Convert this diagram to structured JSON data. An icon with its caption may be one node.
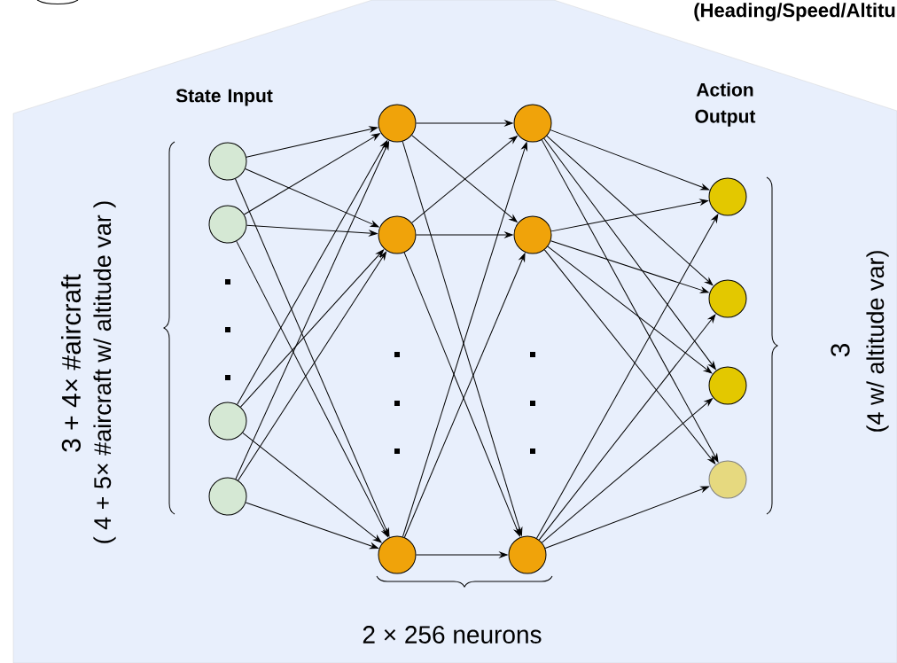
{
  "diagram": {
    "nodes": [
      {
        "text": [],
        "shape": "circle"
      },
      {
        "text": [],
        "shape": "circle"
      },
      {
        "text": [],
        "shape": "circle"
      },
      {
        "text": [],
        "shape": "circle"
      },
      {
        "text": [],
        "shape": "circle"
      },
      {
        "text": [],
        "shape": "circle"
      },
      {
        "text": [],
        "shape": "circle"
      },
      {
        "text": [],
        "shape": "circle"
      },
      {
        "text": [],
        "shape": "circle"
      },
      {
        "text": [],
        "shape": "circle"
      },
      {
        "text": [],
        "shape": "circle"
      },
      {
        "text": [],
        "shape": "circle"
      },
      {
        "text": [],
        "shape": "circle"
      },
      {
        "text": [],
        "shape": "circle"
      }
    ],
    "edges": [
      {
        "from": 0,
        "to": 4,
        "arrow": "to"
      },
      {
        "from": 0,
        "to": 5,
        "arrow": "to"
      },
      {
        "from": 0,
        "to": 6,
        "arrow": "to"
      },
      {
        "from": 1,
        "to": 4,
        "arrow": "to"
      },
      {
        "from": 1,
        "to": 5,
        "arrow": "to"
      },
      {
        "from": 1,
        "to": 6,
        "arrow": "to"
      },
      {
        "from": 2,
        "to": 4,
        "arrow": "to"
      },
      {
        "from": 2,
        "to": 5,
        "arrow": "to"
      },
      {
        "from": 2,
        "to": 6,
        "arrow": "to"
      },
      {
        "from": 3,
        "to": 4,
        "arrow": "to"
      },
      {
        "from": 3,
        "to": 5,
        "arrow": "to"
      },
      {
        "from": 3,
        "to": 6,
        "arrow": "to"
      },
      {
        "from": 4,
        "to": 7,
        "arrow": "to"
      },
      {
        "from": 4,
        "to": 8,
        "arrow": "to"
      },
      {
        "from": 4,
        "to": 9,
        "arrow": "to"
      },
      {
        "from": 5,
        "to": 7,
        "arrow": "to"
      },
      {
        "from": 5,
        "to": 8,
        "arrow": "to"
      },
      {
        "from": 5,
        "to": 9,
        "arrow": "to"
      },
      {
        "from": 6,
        "to": 7,
        "arrow": "to"
      },
      {
        "from": 6,
        "to": 8,
        "arrow": "to"
      },
      {
        "from": 6,
        "to": 9,
        "arrow": "to"
      },
      {
        "from": 7,
        "to": 10,
        "arrow": "to"
      },
      {
        "from": 7,
        "to": 11,
        "arrow": "to"
      },
      {
        "from": 7,
        "to": 12,
        "arrow": "to"
      },
      {
        "from": 7,
        "to": 13,
        "arrow": "to"
      },
      {
        "from": 8,
        "to": 10,
        "arrow": "to"
      },
      {
        "from": 8,
        "to": 11,
        "arrow": "to"
      },
      {
        "from": 8,
        "to": 12,
        "arrow": "to"
      },
      {
        "from": 8,
        "to": 13,
        "arrow": "to"
      },
      {
        "from": 9,
        "to": 10,
        "arrow": "to"
      },
      {
        "from": 9,
        "to": 11,
        "arrow": "to"
      },
      {
        "from": 9,
        "to": 12,
        "arrow": "to"
      },
      {
        "from": 9,
        "to": 13,
        "arrow": "to"
      }
    ],
    "labels": [
      "(Heading/Speed/Altitu",
      "State Input",
      "Action Output",
      "3 + 4× #aircraft",
      "( 4 + 5× #aircraft w/ altitude var )",
      "3",
      "(4 w/ altitude var)",
      "2 × 256 neurons"
    ]
  }
}
